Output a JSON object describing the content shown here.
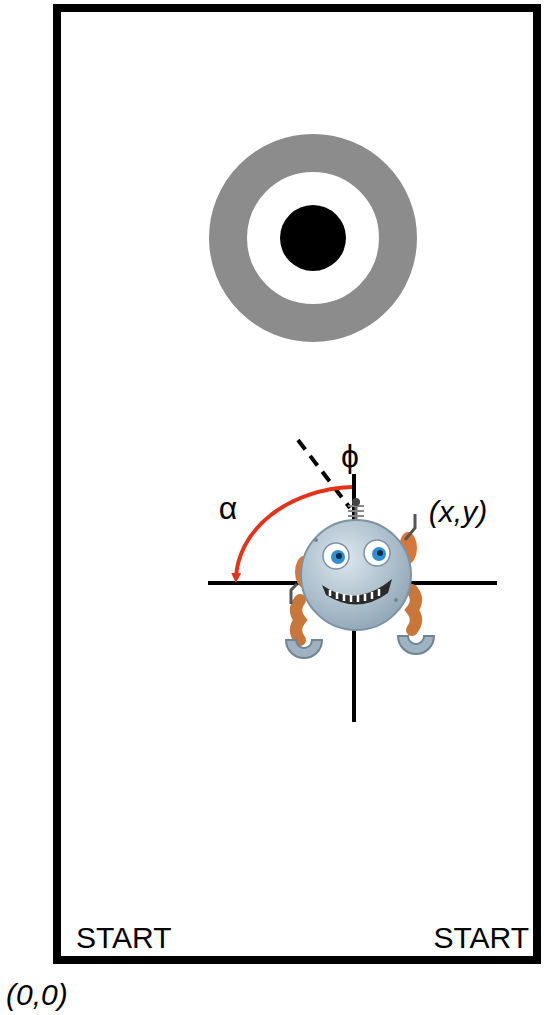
{
  "diagram": {
    "labels": [
      "ϕ",
      "α",
      "(x,y)",
      "START",
      "START",
      "(0,0)"
    ]
  }
}
